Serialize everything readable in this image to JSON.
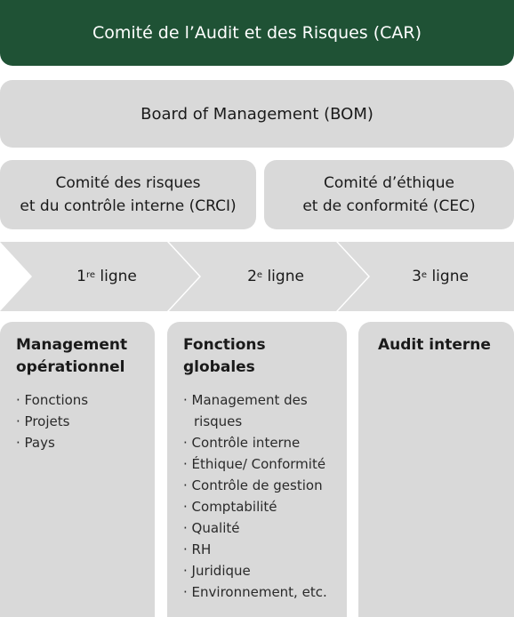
{
  "top_committee": "Comité de l’Audit et des Risques (CAR)",
  "board": "Board of Management (BOM)",
  "committees": [
    {
      "line1": "Comité des risques",
      "line2": "et du contrôle interne (CRCI)"
    },
    {
      "line1": "Comité d’éthique",
      "line2": "et de conformité (CEC)"
    }
  ],
  "lines": [
    {
      "num": "1",
      "sup": "re",
      "word": " ligne"
    },
    {
      "num": "2",
      "sup": "e",
      "word": " ligne"
    },
    {
      "num": "3",
      "sup": "e",
      "word": " ligne"
    }
  ],
  "columns": [
    {
      "title": "Management opérationnel",
      "items": [
        "Fonctions",
        "Projets",
        "Pays"
      ]
    },
    {
      "title": "Fonctions globales",
      "items": [
        "Management des risques",
        "Contrôle interne",
        "Éthique/ Conformité",
        "Contrôle de gestion",
        "Comptabilité",
        "Qualité",
        "RH",
        "Juridique",
        "Environnement, etc."
      ]
    },
    {
      "title": "Audit interne",
      "items": []
    }
  ],
  "colors": {
    "dark_green": "#1f5235",
    "grey": "#d9d9d9",
    "chevron": "#dcdcdc"
  }
}
